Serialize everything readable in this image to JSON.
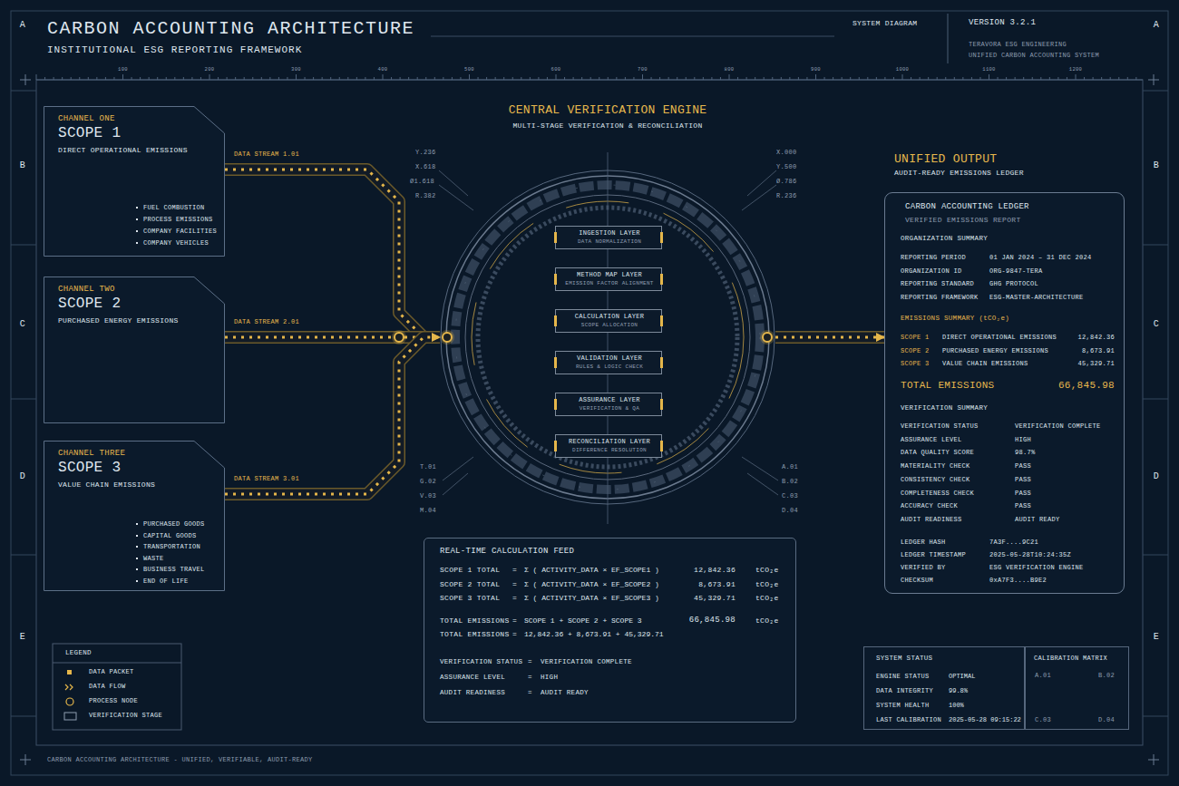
{
  "diagram": {
    "title": "CARBON ACCOUNTING ARCHITECTURE",
    "caption": "CARBON ACCOUNTING ARCHITECTURE - UNIFIED, VERIFIABLE, AUDIT-READY",
    "nodes": [
      {
        "text": [
          "CHANNEL ONE",
          "SCOPE 1",
          "DIRECT OPERATIONAL EMISSIONS",
          "FUEL COMBUSTION",
          "PROCESS EMISSIONS",
          "COMPANY FACILITIES",
          "COMPANY VEHICLES"
        ]
      },
      {
        "text": [
          "CHANNEL TWO",
          "SCOPE 2",
          "PURCHASED ENERGY EMISSIONS"
        ]
      },
      {
        "text": [
          "CHANNEL THREE",
          "SCOPE 3",
          "VALUE CHAIN EMISSIONS",
          "PURCHASED GOODS",
          "CAPITAL GOODS",
          "TRANSPORTATION",
          "WASTE",
          "BUSINESS TRAVEL",
          "END OF LIFE"
        ]
      },
      {
        "text": [
          "CENTRAL VERIFICATION ENGINE",
          "MULTI-STAGE VERIFICATION & RECONCILIATION"
        ]
      },
      {
        "text": [
          "INGESTION LAYER",
          "DATA NORMALIZATION"
        ],
        "in": 3
      },
      {
        "text": [
          "METHOD MAP LAYER",
          "EMISSION FACTOR ALIGNMENT"
        ],
        "in": 3
      },
      {
        "text": [
          "CALCULATION LAYER",
          "SCOPE ALLOCATION"
        ],
        "in": 3
      },
      {
        "text": [
          "VALIDATION LAYER",
          "RULES & LOGIC CHECK"
        ],
        "in": 3
      },
      {
        "text": [
          "ASSURANCE LAYER",
          "VERIFICATION & QA"
        ],
        "in": 3
      },
      {
        "text": [
          "RECONCILIATION LAYER",
          "DIFFERENCE RESOLUTION"
        ],
        "in": 3
      },
      {
        "text": [
          "UNIFIED OUTPUT",
          "AUDIT-READY EMISSIONS LEDGER",
          "CARBON ACCOUNTING LEDGER",
          "VERIFIED EMISSIONS REPORT",
          "ORGANIZATION SUMMARY",
          "REPORTING PERIOD",
          "01 JAN 2024 – 31 DEC 2024",
          "ORGANIZATION ID",
          "ORG-9847-TERA",
          "REPORTING STANDARD",
          "GHG PROTOCOL",
          "REPORTING FRAMEWORK",
          "ESG-MASTER-ARCHITECTURE",
          "EMISSIONS SUMMARY (tCO₂e)",
          "SCOPE 1",
          "DIRECT OPERATIONAL EMISSIONS",
          "12,842.36",
          "SCOPE 2",
          "PURCHASED ENERGY EMISSIONS",
          "8,673.91",
          "SCOPE 3",
          "VALUE CHAIN EMISSIONS",
          "45,329.71",
          "TOTAL EMISSIONS",
          "66,845.98",
          "VERIFICATION SUMMARY",
          "VERIFICATION STATUS",
          "VERIFICATION COMPLETE",
          "ASSURANCE LEVEL",
          "HIGH",
          "DATA QUALITY SCORE",
          "98.7%",
          "MATERIALITY CHECK",
          "PASS",
          "CONSISTENCY CHECK",
          "PASS",
          "COMPLETENESS CHECK",
          "PASS",
          "ACCURACY CHECK",
          "PASS",
          "AUDIT READINESS",
          "AUDIT READY",
          "LEDGER HASH",
          "7A3F....9C21",
          "LEDGER TIMESTAMP",
          "2025-05-28T10:24:35Z",
          "VERIFIED BY",
          "ESG VERIFICATION ENGINE",
          "CHECKSUM",
          "0xA7F3....B9E2"
        ]
      },
      {
        "text": [
          "REAL-TIME CALCULATION FEED",
          "SCOPE 1 TOTAL",
          "=",
          "Σ ( ACTIVITY_DATA × EF_SCOPE1 )",
          "12,842.36",
          "tCO₂e",
          "SCOPE 2 TOTAL",
          "=",
          "Σ ( ACTIVITY_DATA × EF_SCOPE2 )",
          "8,673.91",
          "tCO₂e",
          "SCOPE 3 TOTAL",
          "=",
          "Σ ( ACTIVITY_DATA × EF_SCOPE3 )",
          "45,329.71",
          "tCO₂e",
          "TOTAL EMISSIONS",
          "=",
          "SCOPE 1 + SCOPE 2 + SCOPE 3",
          "66,845.98",
          "tCO₂e",
          "TOTAL EMISSIONS",
          "=",
          "12,842.36 + 8,673.91 + 45,329.71",
          "VERIFICATION STATUS",
          "=",
          "VERIFICATION COMPLETE",
          "ASSURANCE LEVEL",
          "=",
          "HIGH",
          "AUDIT READINESS",
          "=",
          "AUDIT READY"
        ]
      },
      {
        "text": [
          "SYSTEM STATUS",
          "ENGINE STATUS",
          "OPTIMAL",
          "DATA INTEGRITY",
          "99.8%",
          "SYSTEM HEALTH",
          "100%",
          "LAST CALIBRATION",
          "2025-05-28 09:15:22"
        ]
      },
      {
        "text": [
          "CALIBRATION MATRIX",
          "A.01",
          "B.02",
          "C.03",
          "D.04"
        ]
      }
    ],
    "edges": [
      {
        "from": 0,
        "to": 3,
        "label": "DATA STREAM 1.01",
        "arrow": "to"
      },
      {
        "from": 1,
        "to": 3,
        "label": "DATA STREAM 2.01",
        "arrow": "to"
      },
      {
        "from": 2,
        "to": 3,
        "label": "DATA STREAM 3.01",
        "arrow": "to"
      },
      {
        "from": 3,
        "to": 10,
        "arrow": "to"
      }
    ],
    "labels": [
      "INSTITUTIONAL ESG REPORTING FRAMEWORK",
      "SYSTEM DIAGRAM",
      "VERSION 3.2.1",
      "TERAVORA ESG ENGINEERING",
      "UNIFIED CARBON ACCOUNTING SYSTEM",
      "A",
      "A",
      "B",
      "B",
      "C",
      "C",
      "D",
      "D",
      "E",
      "E",
      "100",
      "200",
      "300",
      "400",
      "500",
      "600",
      "700",
      "800",
      "900",
      "1000",
      "1100",
      "1200",
      "Y.236",
      "X.618",
      "Ø1.618",
      "R.382",
      "X.000",
      "Y.500",
      "Ø.786",
      "R.236",
      "T.01",
      "G.02",
      "V.03",
      "M.04",
      "A.01",
      "B.02",
      "C.03",
      "D.04",
      "LEGEND"
    ],
    "legend": [
      {
        "text": "DATA PACKET"
      },
      {
        "text": "DATA FLOW"
      },
      {
        "text": "PROCESS NODE"
      },
      {
        "text": "VERIFICATION STAGE"
      }
    ]
  }
}
